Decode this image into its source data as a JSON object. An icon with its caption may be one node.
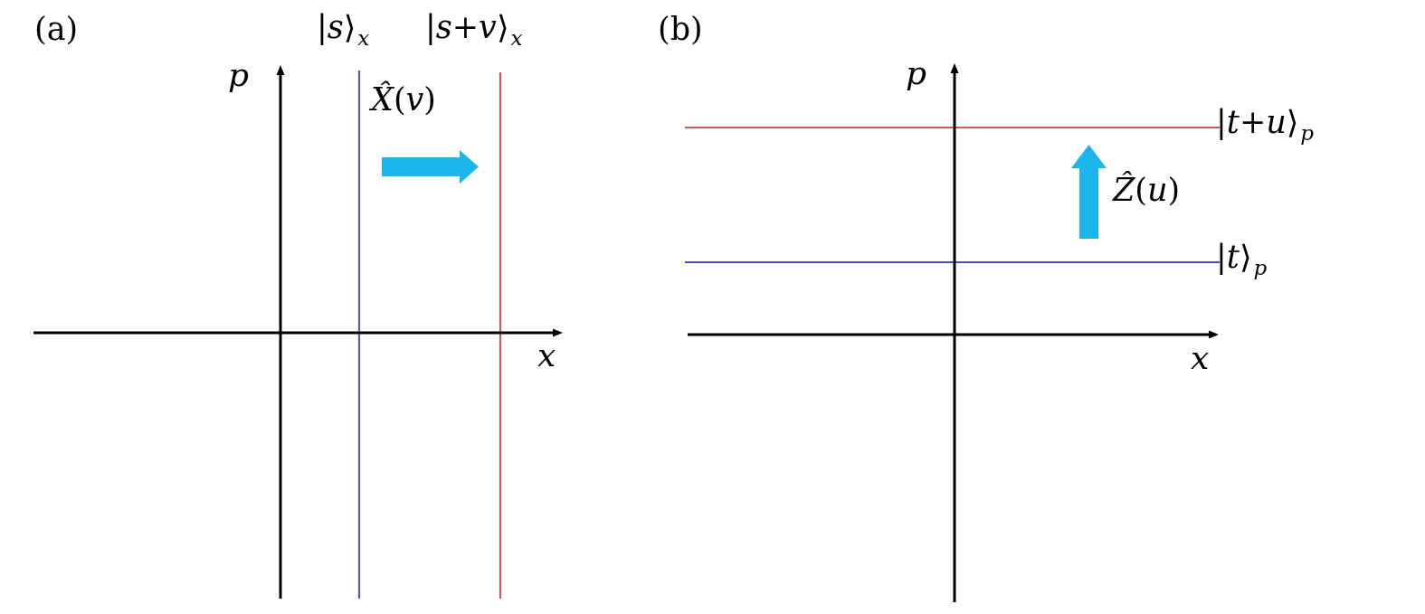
{
  "diagram": {
    "labels": [
      "(a)",
      "|*s*⟩$_{x}$",
      "|*s*+*v*⟩$_{x}$",
      "(b)",
      "p",
      "*X̂*(*v*)",
      "p",
      "|*t*+*u*⟩$_{p}$",
      "*Ẑ*(*u*)",
      "|*t*⟩$_{p}$",
      "x",
      "x"
    ]
  }
}
